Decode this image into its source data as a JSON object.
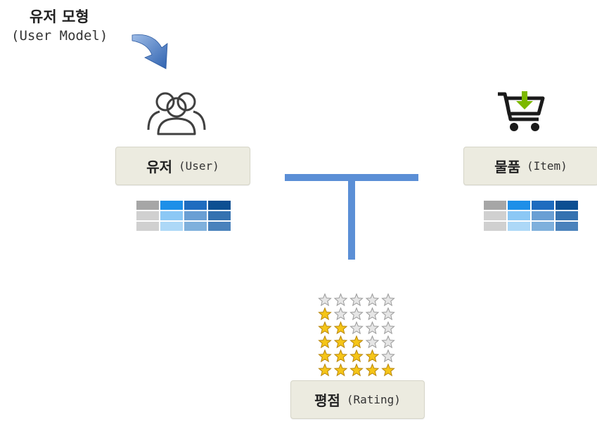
{
  "header": {
    "title_ko": "유저 모형",
    "title_en": "(User Model)"
  },
  "nodes": {
    "user": {
      "ko": "유저",
      "en": "(User)",
      "icon": "users-icon"
    },
    "item": {
      "ko": "물품",
      "en": "(Item)",
      "icon": "shopping-cart-icon"
    },
    "rating": {
      "ko": "평점",
      "en": "(Rating)",
      "icon": "star-rating-icon"
    }
  },
  "stars": {
    "rows": 6,
    "cols": 5,
    "filled": [
      0,
      1,
      2,
      3,
      4,
      5
    ]
  },
  "colors": {
    "connector": "#5b8fd6",
    "arrow": "#3d6fbf",
    "star_filled": "#f5c518",
    "star_empty": "#e6e6e6",
    "cart_arrow": "#7cb800",
    "table_cells": [
      [
        "#a6a6a6",
        "#1e8fe8",
        "#1f6cbf",
        "#0d4f92"
      ],
      [
        "#d0d0d0",
        "#8cc8f5",
        "#6a9fd4",
        "#3572b0"
      ],
      [
        "#d0d0d0",
        "#add8f7",
        "#7fb0dc",
        "#4a82bc"
      ]
    ]
  }
}
